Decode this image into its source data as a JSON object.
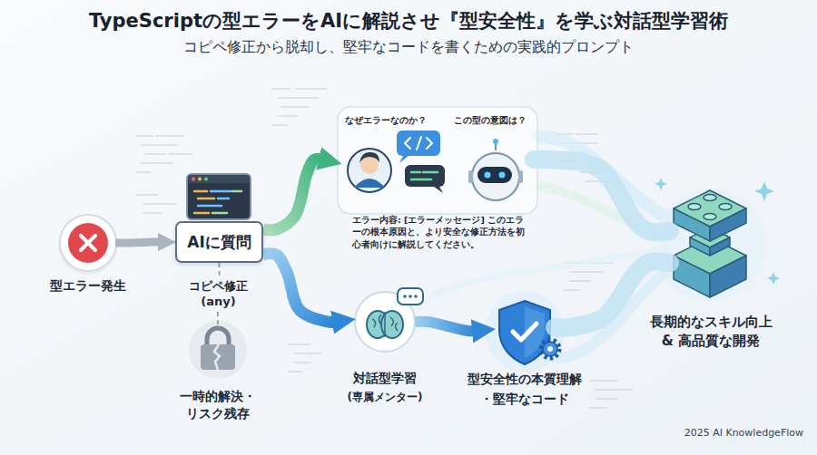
{
  "diagram": {
    "title": "TypeScriptの型エラーをAIに解説させ『型安全性』を学ぶ対話型学習術",
    "caption": "コピペ修正から脱却し、堅牢なコードを書くための実践的プロンプト",
    "nodes": [
      {
        "text": [
          "型エラー発生"
        ]
      },
      {
        "text": [
          "AIに質問"
        ]
      },
      {
        "text": [
          "なぜエラーなのか？",
          "この型の意図は？",
          "エラー内容: [エラーメッセージ] このエラーの根本原因と、より安全な修正方法を初心者向けに解説してください。"
        ]
      },
      {
        "text": [
          "一時的解決・リスク残存"
        ]
      },
      {
        "text": [
          "対話型学習",
          "(専属メンター)"
        ]
      },
      {
        "text": [
          "型安全性の本質理解 ・堅牢なコード"
        ]
      },
      {
        "text": [
          "長期的なスキル向上 & 高品質な開発"
        ]
      }
    ],
    "edges": [
      {
        "from": 0,
        "to": 1,
        "arrow": "to"
      },
      {
        "from": 1,
        "to": 2,
        "arrow": "to"
      },
      {
        "from": 1,
        "to": 3,
        "label": "コピペ修正 (any)",
        "arrow": "none"
      },
      {
        "from": 1,
        "to": 4,
        "arrow": "to"
      },
      {
        "from": 4,
        "to": 5,
        "arrow": "to"
      },
      {
        "from": 2,
        "to": 6,
        "arrow": "none"
      },
      {
        "from": 5,
        "to": 6,
        "arrow": "none"
      }
    ],
    "labels": [
      "2025 AI KnowledgeFlow"
    ]
  }
}
